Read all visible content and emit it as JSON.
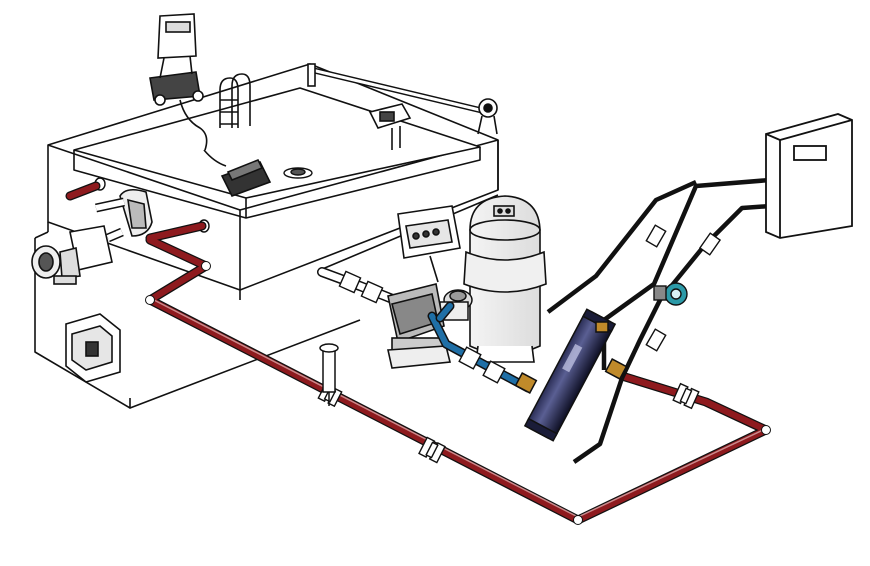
{
  "colors": {
    "pipe_red": "#8e1a1e",
    "pipe_highlight": "#f2d6d6",
    "pipe_blue": "#1f6fa6",
    "outline": "#111111",
    "exchanger_body": "#15172f",
    "brass": "#c08a2a",
    "circulator": "#2c9aa8",
    "background": "#ffffff"
  },
  "components": [
    {
      "id": "pool-basin",
      "icon": "pool-basin-icon"
    },
    {
      "id": "roller-cover",
      "icon": "roller-cover-icon"
    },
    {
      "id": "ladder",
      "icon": "ladder-icon"
    },
    {
      "id": "robot-cleaner-caddy",
      "icon": "robot-caddy-icon"
    },
    {
      "id": "robot-cleaner",
      "icon": "robot-cleaner-icon"
    },
    {
      "id": "floor-drain",
      "icon": "floor-drain-icon"
    },
    {
      "id": "skimmer",
      "icon": "skimmer-icon"
    },
    {
      "id": "counter-current-pump",
      "icon": "counter-current-pump-icon"
    },
    {
      "id": "return-inlets",
      "icon": "return-inlet-icon"
    },
    {
      "id": "wall-switch-box",
      "icon": "switch-box-icon"
    },
    {
      "id": "filter-tank",
      "icon": "sand-filter-icon"
    },
    {
      "id": "filter-pump",
      "icon": "filter-pump-icon"
    },
    {
      "id": "control-timer",
      "icon": "timer-controller-icon"
    },
    {
      "id": "heat-exchanger",
      "icon": "heat-exchanger-icon"
    },
    {
      "id": "circulator-pump",
      "icon": "circulator-pump-icon"
    },
    {
      "id": "boiler-unit",
      "icon": "boiler-icon"
    },
    {
      "id": "dosing-column",
      "icon": "dosing-column-icon"
    },
    {
      "id": "pipe-unions",
      "icon": "pipe-union-icon"
    }
  ]
}
